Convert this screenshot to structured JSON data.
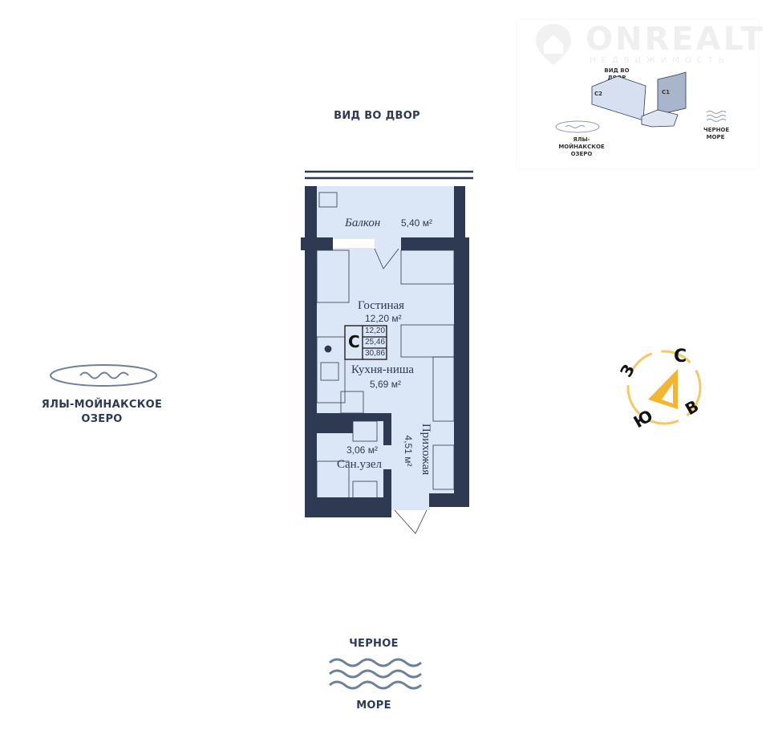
{
  "logo": {
    "name": "ONREALT",
    "subtitle": "НЕДВИЖИМОСТЬ"
  },
  "inset": {
    "view_label": "ВИД ВО ДВОР",
    "building_c2": "C2",
    "building_c1": "C1",
    "lake_label": "ЯЛЫ-МОЙНАКСКОЕ ОЗЕРО",
    "sea_label": "ЧЕРНОЕ МОРЕ"
  },
  "view_top": "ВИД ВО ДВОР",
  "lake": {
    "line1": "ЯЛЫ-МОЙНАКСКОЕ",
    "line2": "ОЗЕРО"
  },
  "sea": {
    "line1": "ЧЕРНОЕ",
    "line2": "МОРЕ"
  },
  "compass": {
    "north": "С",
    "east": "В",
    "south": "Ю",
    "west": "З",
    "accent": "#f2b632"
  },
  "rooms": {
    "balcony": {
      "name": "Балкон",
      "area": "5,40 м²"
    },
    "living": {
      "name": "Гостиная",
      "area": "12,20 м²"
    },
    "kitchen": {
      "name": "Кухня-ниша",
      "area": "5,69 м²"
    },
    "hall": {
      "name": "Прихожая",
      "area": "4,51 м²"
    },
    "bathroom": {
      "name": "Сан.узел",
      "area": "3,06 м²"
    }
  },
  "apartment": {
    "type": "C",
    "living_area": "12,20",
    "useful_area": "25,46",
    "total_area": "30,86"
  },
  "colors": {
    "wall": "#2d3a52",
    "floor": "#dbe6f6"
  }
}
